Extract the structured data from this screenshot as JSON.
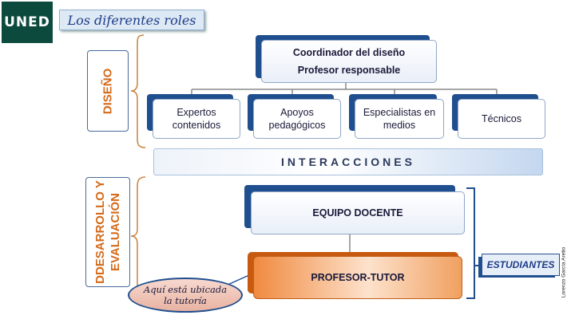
{
  "header": {
    "logo_text": "UNED",
    "title": "Los diferentes roles"
  },
  "sections": {
    "diseno": "DISEÑO",
    "desarrollo_line1": "DDESARROLLO Y",
    "desarrollo_line2": "EVALUACIÓN"
  },
  "top_box": {
    "line1": "Coordinador del diseño",
    "line2": "Profesor responsable"
  },
  "role_boxes": [
    {
      "line1": "Expertos",
      "line2": "contenidos"
    },
    {
      "line1": "Apoyos",
      "line2": "pedagógicos"
    },
    {
      "line1": "Especialistas en",
      "line2": "medios"
    },
    {
      "line1": "Técnicos",
      "line2": ""
    }
  ],
  "interacciones": "INTERACCIONES",
  "equipo_docente": "EQUIPO DOCENTE",
  "profesor_tutor": "PROFESOR-TUTOR",
  "estudiantes": "ESTUDIANTES",
  "callout": {
    "line1": "Aquí está ubicada",
    "line2": "la tutoría"
  },
  "credit": "Lorenzo García Aretio",
  "colors": {
    "logo_bg": "#0d4a3e",
    "accent_blue": "#1f4f8f",
    "section_orange": "#d46a1a",
    "tutor_orange": "#f08a40"
  }
}
